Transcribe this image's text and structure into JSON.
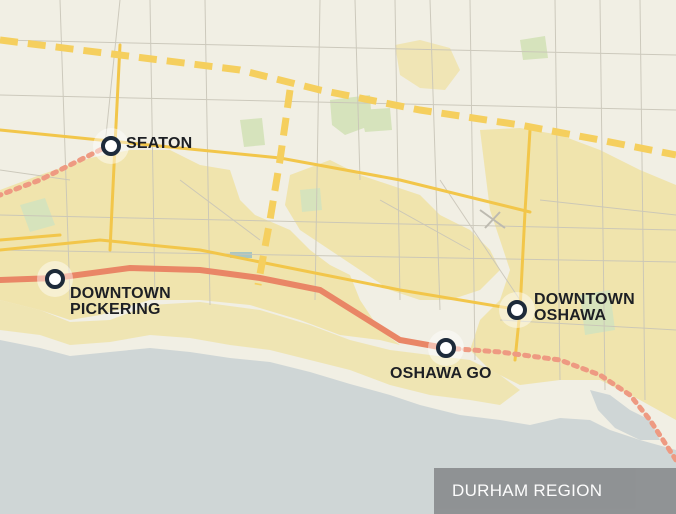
{
  "map": {
    "colors": {
      "land": "#f1efe4",
      "urban": "#efe2a6",
      "park": "#d6e3bc",
      "water": "#cfd6d6",
      "major_road": "#f2c64a",
      "highway_planned": "#f5cf5e",
      "rail_existing": "#e98666",
      "rail_proposed": "#ee9a82",
      "station_ring": "#1d2a3a",
      "badge_bg": "#8c8f91"
    },
    "stations": [
      {
        "id": "seaton",
        "lines": [
          "SEATON"
        ]
      },
      {
        "id": "downtown-pickering",
        "lines": [
          "DOWNTOWN",
          "PICKERING"
        ]
      },
      {
        "id": "oshawa-go",
        "lines": [
          "OSHAWA GO"
        ]
      },
      {
        "id": "downtown-oshawa",
        "lines": [
          "DOWNTOWN",
          "OSHAWA"
        ]
      }
    ],
    "region_label": "DURHAM REGION"
  }
}
